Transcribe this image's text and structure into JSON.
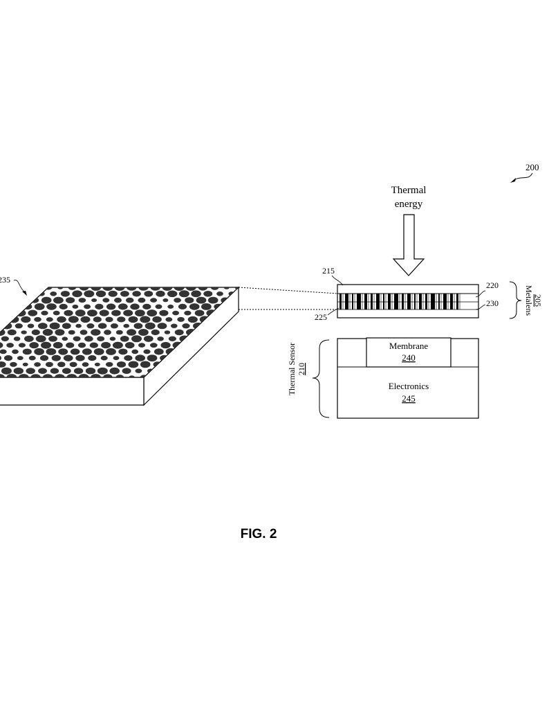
{
  "figure": {
    "ref_number": "200",
    "caption": "FIG. 2"
  },
  "input": {
    "label_line1": "Thermal",
    "label_line2": "energy"
  },
  "metalens": {
    "label": "Metalens",
    "number": "205",
    "layer_refs": {
      "top_layer": "215",
      "upper_ref": "220",
      "lower_left_ref": "225",
      "lower_right_ref": "230"
    },
    "pattern_ref": "235"
  },
  "sensor": {
    "label": "Thermal Sensor",
    "number": "210",
    "membrane_label": "Membrane",
    "membrane_number": "240",
    "electronics_label": "Electronics",
    "electronics_number": "245"
  },
  "colors": {
    "ink": "#000000",
    "dot_fill": "#333333",
    "paper": "#ffffff"
  }
}
